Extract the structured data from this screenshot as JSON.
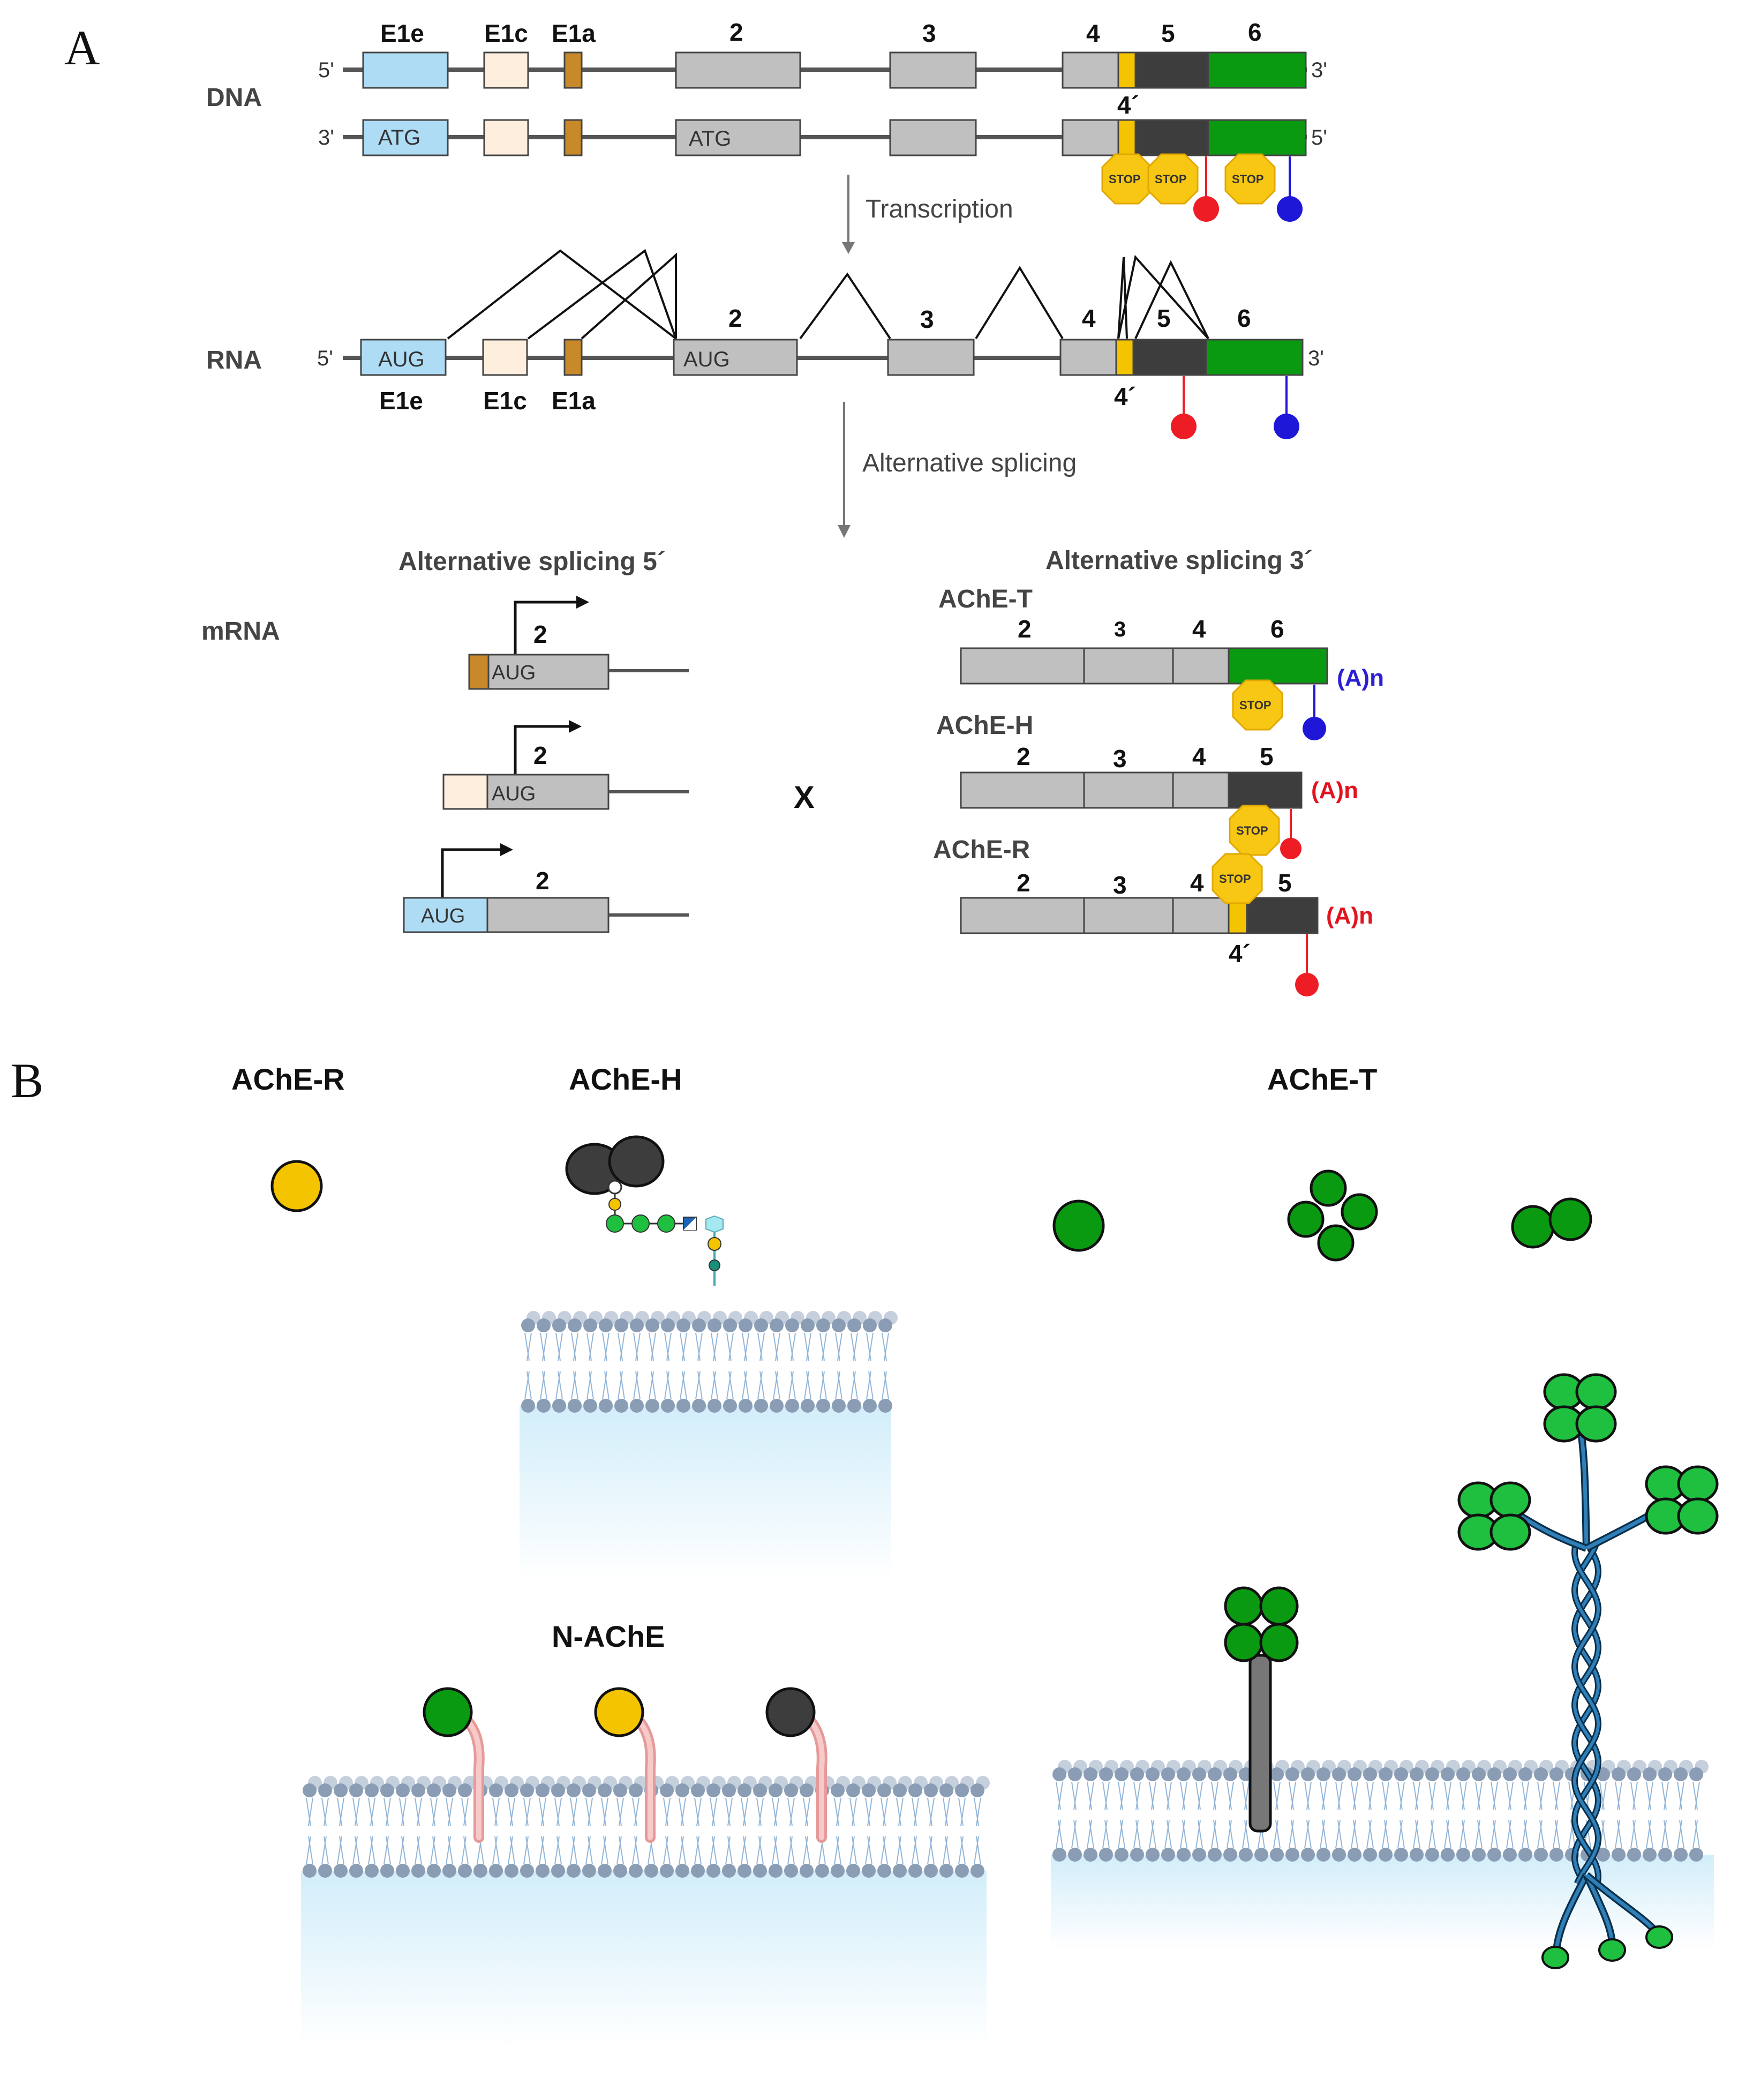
{
  "panels": {
    "a": "A",
    "b": "B"
  },
  "dna": {
    "label": "DNA",
    "top_5": "5'",
    "top_3": "3'",
    "bottom_3": "3'",
    "bottom_5": "5'",
    "exon_labels": {
      "e1e": "E1e",
      "e1c": "E1c",
      "e1a": "E1a",
      "e2": "2",
      "e3": "3",
      "e4": "4",
      "e5": "5",
      "e6": "6",
      "e4p": "4´"
    },
    "atg": "ATG",
    "stop": "STOP"
  },
  "transcription": "Transcription",
  "rna": {
    "label": "RNA",
    "end_5": "5'",
    "end_3": "3'",
    "aug": "AUG",
    "exon_labels": {
      "e1e": "E1e",
      "e1c": "E1c",
      "e1a": "E1a",
      "e2": "2",
      "e3": "3",
      "e4": "4",
      "e5": "5",
      "e6": "6",
      "e4p": "4´"
    }
  },
  "alternative_splicing": "Alternative splicing",
  "mrna": {
    "label": "mRNA",
    "splicing_5_title": "Alternative splicing 5´",
    "splicing_3_title": "Alternative splicing 3´",
    "aug": "AUG",
    "exon2": "2",
    "times": "X",
    "variants": [
      {
        "name": "AChE-T",
        "exons": [
          "2",
          "3",
          "4",
          "6"
        ],
        "tail": "(A)n",
        "tail_color": "#2b1fd6"
      },
      {
        "name": "AChE-H",
        "exons": [
          "2",
          "3",
          "4",
          "5"
        ],
        "tail": "(A)n",
        "tail_color": "#e0141e"
      },
      {
        "name": "AChE-R",
        "exons": [
          "2",
          "3",
          "4",
          "5"
        ],
        "exon4p": "4´",
        "tail": "(A)n",
        "tail_color": "#e0141e"
      }
    ],
    "stop": "STOP"
  },
  "panel_b": {
    "ache_r": "AChE-R",
    "ache_h": "AChE-H",
    "ache_t": "AChE-T",
    "n_ache": "N-AChE"
  },
  "colors": {
    "e1e": "#aedcf5",
    "e1c": "#fdeedd",
    "e1a": "#c8892a",
    "gray_exon": "#c0c0c0",
    "yellow": "#f5c400",
    "dark": "#3d3d3d",
    "green": "#0a9a12",
    "red": "#ee1c25",
    "blue": "#1f17d8",
    "stop": "#f7c713",
    "membrane": "#8a9db5",
    "helix": "#1f5a86",
    "lightgreen": "#1fbf3f"
  }
}
